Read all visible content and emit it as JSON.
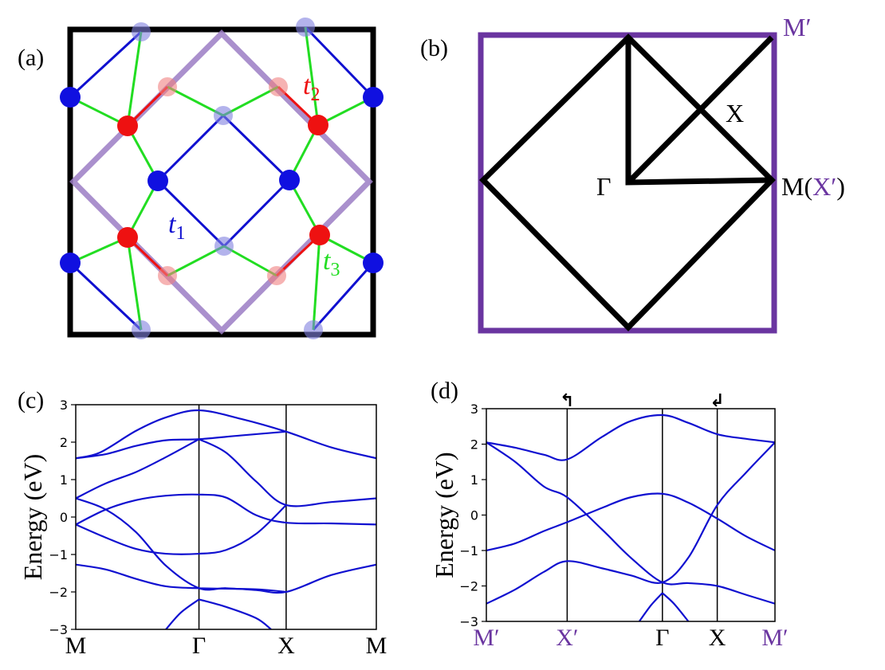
{
  "panels": {
    "a": {
      "label": "(a)",
      "t1": "t",
      "t1_sub": "1",
      "t2": "t",
      "t2_sub": "2",
      "t3": "t",
      "t3_sub": "3"
    },
    "b": {
      "label": "(b)",
      "Mprime": "M′",
      "X": "X",
      "Gamma": "Γ",
      "M": "M(",
      "Xprime_in": "X′",
      "M_close": ")"
    },
    "c": {
      "label": "(c)"
    },
    "d": {
      "label": "(d)"
    }
  },
  "colors": {
    "t1_blue": "#1010d0",
    "t2_red": "#ee1111",
    "t3_green": "#22dd22",
    "purple": "#6a35a0",
    "band_blue": "#1010d0",
    "black": "#000000"
  },
  "chart_data": [
    {
      "panel": "c",
      "type": "line",
      "ylabel": "Energy (eV)",
      "ylim": [
        -3,
        3
      ],
      "yticks": [
        -3,
        -2,
        -1,
        0,
        1,
        2,
        3
      ],
      "xticks": [
        {
          "label": "M",
          "pos": 0
        },
        {
          "label": "Γ",
          "pos": 0.41
        },
        {
          "label": "X",
          "pos": 0.7
        },
        {
          "label": "M",
          "pos": 1.0
        }
      ],
      "series": [
        {
          "values": [
            [
              0,
              1.57
            ],
            [
              0.08,
              1.72
            ],
            [
              0.2,
              2.3
            ],
            [
              0.3,
              2.66
            ],
            [
              0.41,
              2.85
            ],
            [
              0.55,
              2.62
            ],
            [
              0.7,
              2.28
            ],
            [
              0.85,
              1.86
            ],
            [
              1.0,
              1.57
            ]
          ]
        },
        {
          "values": [
            [
              0,
              1.57
            ],
            [
              0.1,
              1.68
            ],
            [
              0.2,
              1.9
            ],
            [
              0.3,
              2.05
            ],
            [
              0.41,
              2.08
            ],
            [
              0.55,
              2.18
            ],
            [
              0.7,
              2.28
            ]
          ]
        },
        {
          "values": [
            [
              0.41,
              2.08
            ],
            [
              0.5,
              1.72
            ],
            [
              0.6,
              0.95
            ],
            [
              0.7,
              0.32
            ],
            [
              0.85,
              0.4
            ],
            [
              1.0,
              0.5
            ]
          ]
        },
        {
          "values": [
            [
              0.41,
              2.08
            ],
            [
              0.3,
              1.6
            ],
            [
              0.2,
              1.2
            ],
            [
              0.1,
              0.9
            ],
            [
              0,
              0.5
            ]
          ]
        },
        {
          "values": [
            [
              0,
              -0.2
            ],
            [
              0.1,
              0.2
            ],
            [
              0.2,
              0.45
            ],
            [
              0.3,
              0.57
            ],
            [
              0.41,
              0.6
            ],
            [
              0.5,
              0.52
            ],
            [
              0.6,
              0.05
            ],
            [
              0.7,
              -0.15
            ],
            [
              0.85,
              -0.17
            ],
            [
              1.0,
              -0.2
            ]
          ]
        },
        {
          "values": [
            [
              0,
              0.5
            ],
            [
              0.1,
              0.2
            ],
            [
              0.2,
              -0.4
            ],
            [
              0.3,
              -1.3
            ],
            [
              0.41,
              -1.9
            ],
            [
              0.5,
              -1.9
            ],
            [
              0.6,
              -1.95
            ],
            [
              0.7,
              -2.0
            ],
            [
              0.85,
              -1.55
            ],
            [
              1.0,
              -1.27
            ]
          ]
        },
        {
          "values": [
            [
              0,
              -0.2
            ],
            [
              0.1,
              -0.55
            ],
            [
              0.2,
              -0.85
            ],
            [
              0.3,
              -0.98
            ],
            [
              0.41,
              -0.98
            ],
            [
              0.5,
              -0.88
            ],
            [
              0.6,
              -0.45
            ],
            [
              0.7,
              0.32
            ]
          ]
        },
        {
          "values": [
            [
              0,
              -1.27
            ],
            [
              0.1,
              -1.4
            ],
            [
              0.2,
              -1.65
            ],
            [
              0.3,
              -1.85
            ],
            [
              0.41,
              -1.9
            ],
            [
              0.6,
              -1.93
            ],
            [
              0.7,
              -2.0
            ]
          ]
        },
        {
          "values": [
            [
              0.41,
              -2.2
            ],
            [
              0.5,
              -2.4
            ],
            [
              0.6,
              -2.7
            ],
            [
              0.65,
              -3.0
            ]
          ]
        },
        {
          "values": [
            [
              0.41,
              -2.2
            ],
            [
              0.35,
              -2.55
            ],
            [
              0.3,
              -3.0
            ]
          ]
        }
      ]
    },
    {
      "panel": "d",
      "type": "line",
      "ylabel": "Energy (eV)",
      "ylim": [
        -3,
        3
      ],
      "yticks": [
        -3,
        -2,
        -1,
        0,
        1,
        2,
        3
      ],
      "xticks": [
        {
          "label": "M′",
          "pos": 0,
          "color": "purple"
        },
        {
          "label": "X′",
          "pos": 0.28,
          "color": "purple"
        },
        {
          "label": "Γ",
          "pos": 0.61,
          "color": "black"
        },
        {
          "label": "X",
          "pos": 0.8,
          "color": "black"
        },
        {
          "label": "M′",
          "pos": 1.0,
          "color": "purple"
        }
      ],
      "top_arrows": [
        {
          "pos": 0.28,
          "glyph": "↰"
        },
        {
          "pos": 0.8,
          "glyph": "↲"
        }
      ],
      "series": [
        {
          "values": [
            [
              0,
              2.05
            ],
            [
              0.1,
              1.9
            ],
            [
              0.2,
              1.7
            ],
            [
              0.28,
              1.57
            ],
            [
              0.4,
              2.2
            ],
            [
              0.5,
              2.65
            ],
            [
              0.61,
              2.82
            ],
            [
              0.7,
              2.6
            ],
            [
              0.8,
              2.28
            ],
            [
              0.9,
              2.15
            ],
            [
              1.0,
              2.05
            ]
          ]
        },
        {
          "values": [
            [
              0,
              2.05
            ],
            [
              0.1,
              1.5
            ],
            [
              0.2,
              0.8
            ],
            [
              0.28,
              0.5
            ],
            [
              0.4,
              -0.4
            ],
            [
              0.5,
              -1.2
            ],
            [
              0.61,
              -1.9
            ],
            [
              0.7,
              -1.92
            ],
            [
              0.8,
              -2.0
            ],
            [
              0.9,
              -2.25
            ],
            [
              1.0,
              -2.5
            ]
          ]
        },
        {
          "values": [
            [
              0,
              -1.0
            ],
            [
              0.1,
              -0.8
            ],
            [
              0.2,
              -0.45
            ],
            [
              0.28,
              -0.2
            ],
            [
              0.4,
              0.2
            ],
            [
              0.5,
              0.5
            ],
            [
              0.61,
              0.6
            ],
            [
              0.7,
              0.35
            ],
            [
              0.8,
              -0.1
            ],
            [
              0.9,
              -0.6
            ],
            [
              1.0,
              -1.0
            ]
          ]
        },
        {
          "values": [
            [
              0,
              -2.5
            ],
            [
              0.1,
              -2.1
            ],
            [
              0.2,
              -1.6
            ],
            [
              0.28,
              -1.3
            ],
            [
              0.4,
              -1.5
            ],
            [
              0.5,
              -1.7
            ],
            [
              0.61,
              -1.9
            ],
            [
              0.7,
              -1.2
            ],
            [
              0.8,
              0.28
            ],
            [
              0.9,
              1.2
            ],
            [
              1.0,
              2.05
            ]
          ]
        },
        {
          "values": [
            [
              0.61,
              -2.2
            ],
            [
              0.65,
              -2.5
            ],
            [
              0.7,
              -3.0
            ]
          ]
        },
        {
          "values": [
            [
              0.61,
              -2.2
            ],
            [
              0.57,
              -2.55
            ],
            [
              0.53,
              -3.0
            ]
          ]
        }
      ]
    }
  ]
}
